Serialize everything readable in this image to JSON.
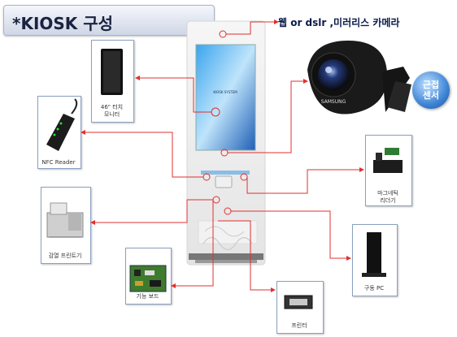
{
  "title": "*KIOSK 구성",
  "camera_label": "웹 or dslr ,미러리스 카메라",
  "sensor": {
    "line1": "근접",
    "line2": "센서"
  },
  "screen": {
    "line1": "KIOSK SYSTEM",
    "line2": ""
  },
  "camera_brand": "SAMSUNG",
  "components": {
    "monitor": {
      "line1": "46\" 터치",
      "line2": "모니터"
    },
    "nfc": {
      "label": "NFC Reader"
    },
    "thermal_printer": {
      "label": "감열 프린트기"
    },
    "board": {
      "label": "기능 보드"
    },
    "magnetic_reader": {
      "line1": "마그네틱",
      "line2": "리더기"
    },
    "pc": {
      "label": "구동 PC"
    },
    "printer": {
      "label": "프린터"
    }
  },
  "colors": {
    "connector": "#e03030",
    "title_text": "#1a2340",
    "sensor": "#3f86d6"
  }
}
